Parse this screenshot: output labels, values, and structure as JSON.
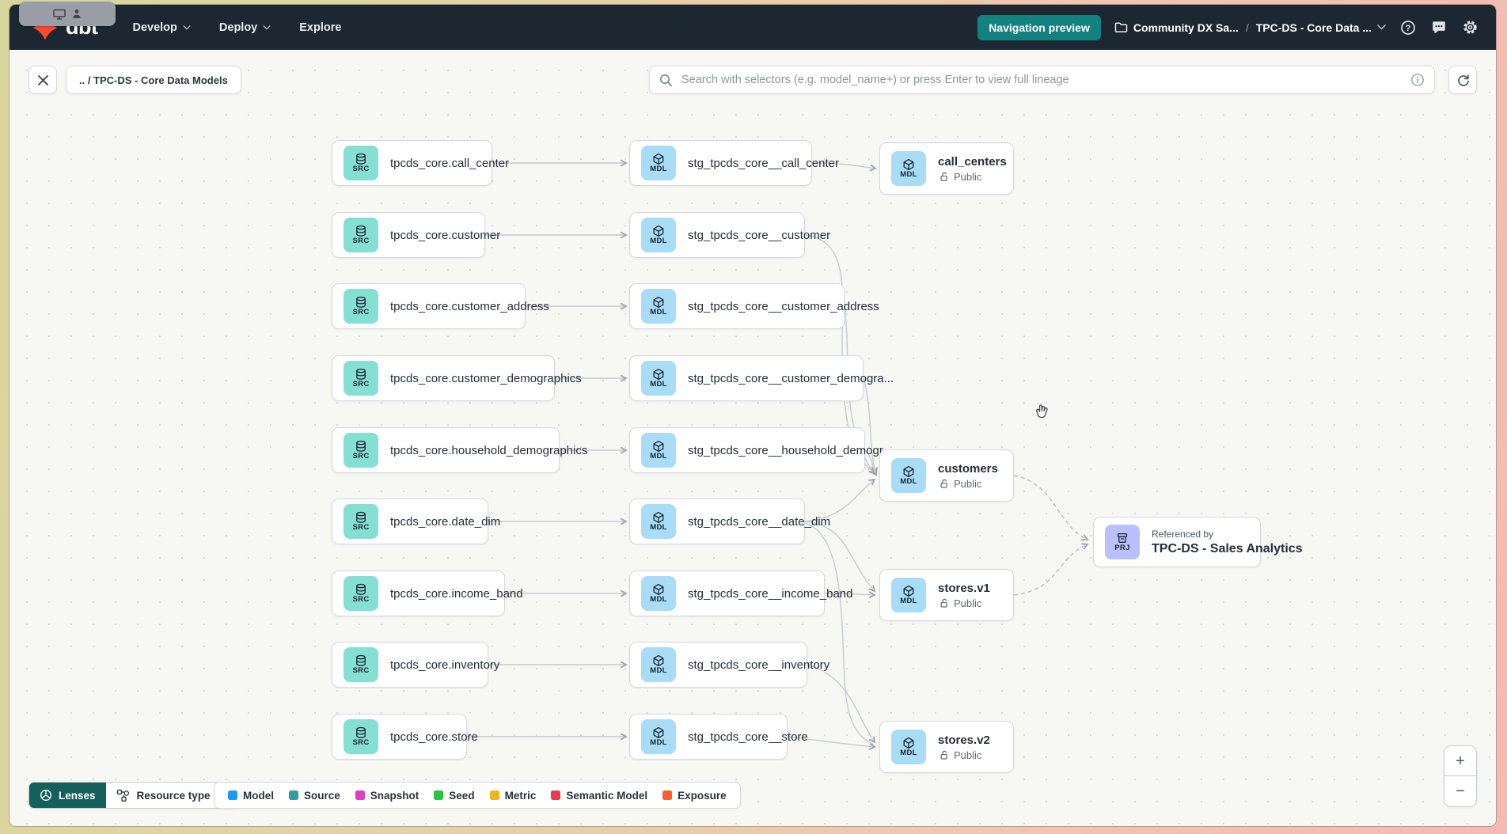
{
  "navbar": {
    "brand": "dbt",
    "menu": [
      {
        "label": "Develop",
        "chevron": true
      },
      {
        "label": "Deploy",
        "chevron": true
      },
      {
        "label": "Explore",
        "chevron": false
      }
    ],
    "nav_preview_label": "Navigation preview",
    "breadcrumb_project": "Community DX Sa...",
    "breadcrumb_sep": "/",
    "breadcrumb_page": "TPC-DS - Core Data ..."
  },
  "toolbar": {
    "breadcrumb_chip": ".. / TPC-DS - Core Data Models",
    "search_placeholder": "Search with selectors (e.g. model_name+) or press Enter to view full lineage"
  },
  "graph": {
    "source_nodes": [
      {
        "badge": "SRC",
        "label": "tpcds_core.call_center"
      },
      {
        "badge": "SRC",
        "label": "tpcds_core.customer"
      },
      {
        "badge": "SRC",
        "label": "tpcds_core.customer_address"
      },
      {
        "badge": "SRC",
        "label": "tpcds_core.customer_demographics"
      },
      {
        "badge": "SRC",
        "label": "tpcds_core.household_demographics"
      },
      {
        "badge": "SRC",
        "label": "tpcds_core.date_dim"
      },
      {
        "badge": "SRC",
        "label": "tpcds_core.income_band"
      },
      {
        "badge": "SRC",
        "label": "tpcds_core.inventory"
      },
      {
        "badge": "SRC",
        "label": "tpcds_core.store"
      }
    ],
    "staging_nodes": [
      {
        "badge": "MDL",
        "label": "stg_tpcds_core__call_center"
      },
      {
        "badge": "MDL",
        "label": "stg_tpcds_core__customer"
      },
      {
        "badge": "MDL",
        "label": "stg_tpcds_core__customer_address"
      },
      {
        "badge": "MDL",
        "label": "stg_tpcds_core__customer_demogra..."
      },
      {
        "badge": "MDL",
        "label": "stg_tpcds_core__household_demogr..."
      },
      {
        "badge": "MDL",
        "label": "stg_tpcds_core__date_dim"
      },
      {
        "badge": "MDL",
        "label": "stg_tpcds_core__income_band"
      },
      {
        "badge": "MDL",
        "label": "stg_tpcds_core__inventory"
      },
      {
        "badge": "MDL",
        "label": "stg_tpcds_core__store"
      }
    ],
    "public_nodes": [
      {
        "badge": "MDL",
        "label": "call_centers",
        "access": "Public"
      },
      {
        "badge": "MDL",
        "label": "customers",
        "access": "Public"
      },
      {
        "badge": "MDL",
        "label": "stores.v1",
        "access": "Public"
      },
      {
        "badge": "MDL",
        "label": "stores.v2",
        "access": "Public"
      }
    ],
    "project_node": {
      "badge": "PRJ",
      "eyebrow": "Referenced by",
      "label": "TPC-DS - Sales Analytics"
    }
  },
  "legend": {
    "lenses_label": "Lenses",
    "resource_type_label": "Resource type",
    "items": [
      {
        "label": "Model",
        "color": "#1e9bf0"
      },
      {
        "label": "Source",
        "color": "#2e9e9e"
      },
      {
        "label": "Snapshot",
        "color": "#de3ebf"
      },
      {
        "label": "Seed",
        "color": "#29c440"
      },
      {
        "label": "Metric",
        "color": "#efb51e"
      },
      {
        "label": "Semantic Model",
        "color": "#e93a4f"
      },
      {
        "label": "Exposure",
        "color": "#ff5c35"
      }
    ]
  },
  "zoom_controls": {
    "zoom_in": "+",
    "zoom_out": "−"
  }
}
